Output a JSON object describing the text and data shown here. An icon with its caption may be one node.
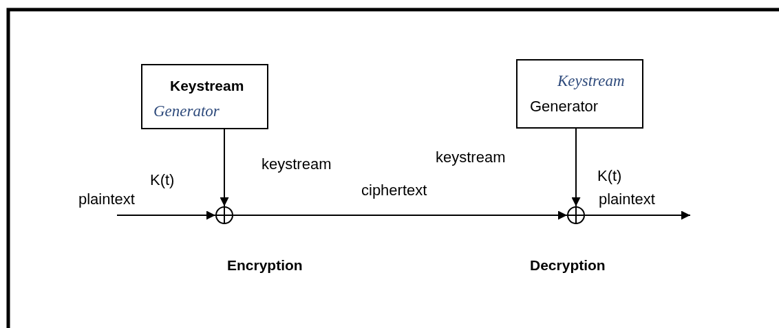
{
  "diagram": {
    "nodes": [
      {
        "text": [
          "Keystream",
          "Generator"
        ]
      },
      {
        "text": [
          "Keystream",
          "Generator"
        ]
      },
      {
        "text": [],
        "shape": "circle",
        "beside": [
          "Encryption"
        ]
      },
      {
        "text": [],
        "shape": "circle",
        "beside": [
          "Decryption"
        ]
      }
    ],
    "edges": [
      {
        "from": null,
        "to": 2,
        "arrow": "to",
        "label": "plaintext"
      },
      {
        "from": 0,
        "to": 2,
        "arrow": "to"
      },
      {
        "from": 2,
        "to": 3,
        "arrow": "to",
        "label": "ciphertext"
      },
      {
        "from": 1,
        "to": 3,
        "arrow": "to"
      },
      {
        "from": 3,
        "to": null,
        "arrow": "to",
        "label": "plaintext"
      }
    ],
    "labels": [
      "K(t)",
      "keystream",
      "keystream",
      "K(t)"
    ]
  }
}
